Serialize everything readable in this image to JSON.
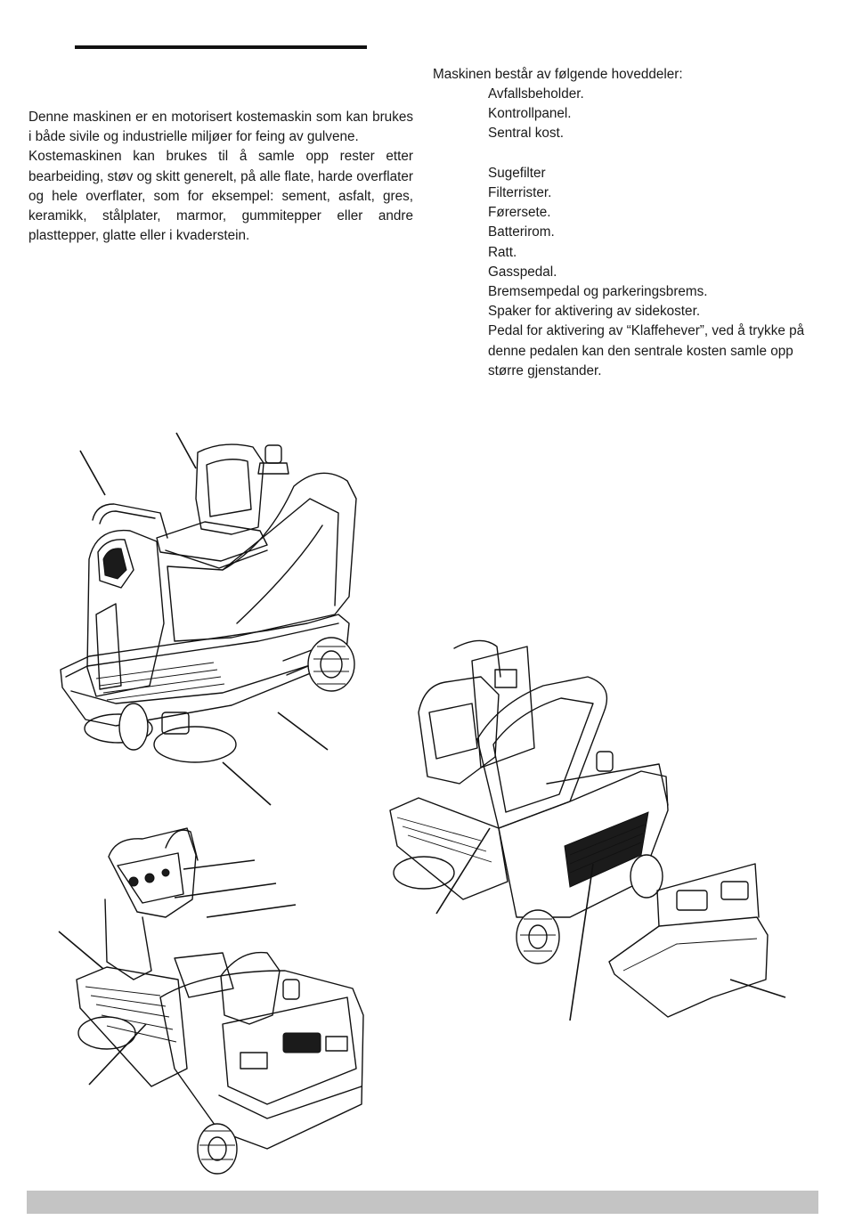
{
  "intro": {
    "p1": "Denne maskinen er en motorisert kostemaskin som kan brukes i både sivile og industrielle miljøer for feing av gulvene.",
    "p2": "Kostemaskinen kan brukes til å samle opp rester etter bearbeiding, støv og skitt generelt, på alle flate, harde overflater og hele overflater, som for eksempel: sement, asfalt, gres, keramikk, stålplater, marmor, gummitepper eller andre plasttepper, glatte eller i kvaderstein."
  },
  "parts": {
    "heading": "Maskinen består av følgende hoveddeler:",
    "items": [
      "Avfallsbeholder.",
      "Kontrollpanel.",
      "Sentral kost.",
      "Sugefilter",
      "Filterrister.",
      "Førersete.",
      "Batterirom.",
      "Ratt.",
      "Gasspedal.",
      "Bremsempedal og parkeringsbrems.",
      "Spaker for aktivering av sidekoster.",
      "Pedal for aktivering av “Klaffehever”, ved å trykke på denne pedalen kan den sentrale kosten samle opp større gjenstander."
    ]
  }
}
